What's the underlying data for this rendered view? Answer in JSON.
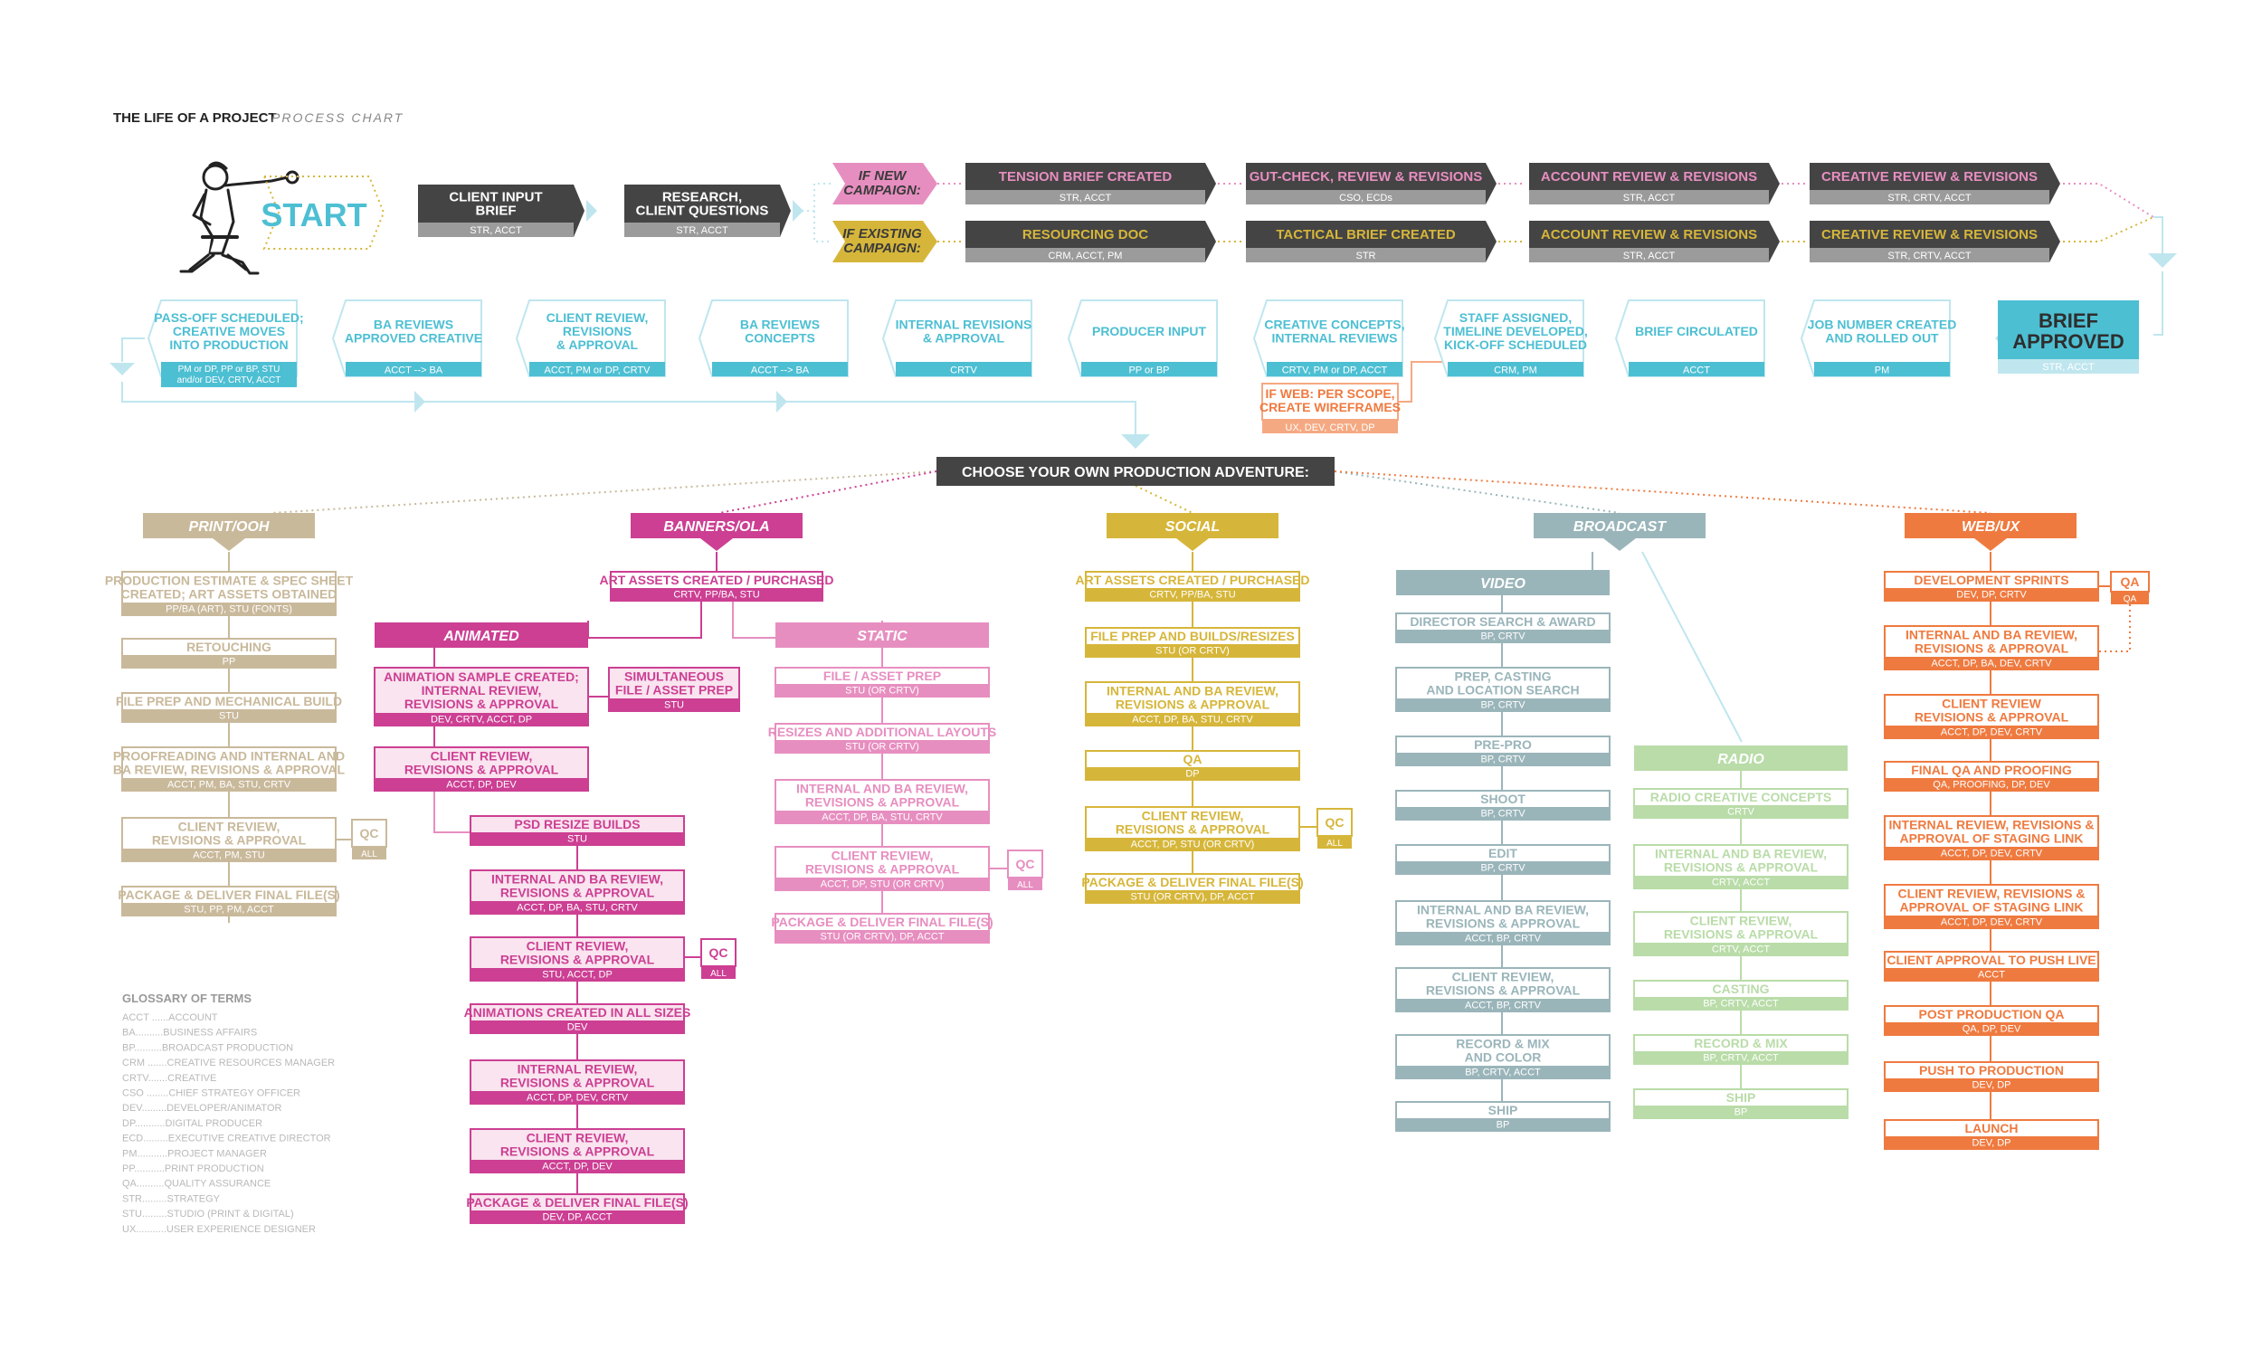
{
  "title": {
    "main": "THE LIFE OF A PROJECT",
    "sub": "PROCESS CHART"
  },
  "colors": {
    "dark": "#444444",
    "gray_sub": "#9b9b9b",
    "cyan": "#4dbfd3",
    "cyan_light": "#bfe6ef",
    "magenta": "#cc3f93",
    "pink": "#e78ec0",
    "yellow": "#d6b63a",
    "tan": "#c9b99b",
    "slate": "#9ab5ba",
    "green": "#b9dca8",
    "orange": "#ef7a3f",
    "peach": "#f5a982"
  },
  "start": {
    "label": "START"
  },
  "top_row": [
    {
      "title": [
        "CLIENT INPUT",
        "BRIEF"
      ],
      "sub": "STR, ACCT"
    },
    {
      "title": [
        "RESEARCH,",
        "CLIENT QUESTIONS"
      ],
      "sub": "STR, ACCT"
    }
  ],
  "new_campaign": {
    "tag": [
      "IF NEW",
      "CAMPAIGN:"
    ],
    "steps": [
      {
        "title": "TENSION BRIEF CREATED",
        "sub": "STR, ACCT"
      },
      {
        "title": "GUT-CHECK, REVIEW & REVISIONS",
        "sub": "CSO, ECDs"
      },
      {
        "title": "ACCOUNT REVIEW & REVISIONS",
        "sub": "STR, ACCT"
      },
      {
        "title": "CREATIVE REVIEW & REVISIONS",
        "sub": "STR, CRTV, ACCT"
      }
    ]
  },
  "existing_campaign": {
    "tag": [
      "IF EXISTING",
      "CAMPAIGN:"
    ],
    "steps": [
      {
        "title": "RESOURCING DOC",
        "sub": "CRM, ACCT, PM"
      },
      {
        "title": "TACTICAL BRIEF CREATED",
        "sub": "STR"
      },
      {
        "title": "ACCOUNT REVIEW & REVISIONS",
        "sub": "STR, ACCT"
      },
      {
        "title": "CREATIVE REVIEW & REVISIONS",
        "sub": "STR, CRTV, ACCT"
      }
    ]
  },
  "brief_approved": {
    "title": [
      "BRIEF",
      "APPROVED"
    ],
    "sub": "STR, ACCT"
  },
  "row2": [
    {
      "title": [
        "JOB NUMBER CREATED",
        "AND ROLLED OUT"
      ],
      "sub": [
        "PM"
      ]
    },
    {
      "title": [
        "BRIEF CIRCULATED"
      ],
      "sub": [
        "ACCT"
      ]
    },
    {
      "title": [
        "STAFF ASSIGNED,",
        "TIMELINE DEVELOPED,",
        "KICK-OFF SCHEDULED"
      ],
      "sub": [
        "CRM, PM"
      ]
    },
    {
      "title": [
        "CREATIVE CONCEPTS,",
        "INTERNAL REVIEWS"
      ],
      "sub": [
        "CRTV, PM or DP, ACCT"
      ]
    },
    {
      "title": [
        "PRODUCER INPUT"
      ],
      "sub": [
        "PP or BP"
      ]
    },
    {
      "title": [
        "INTERNAL REVISIONS",
        "& APPROVAL"
      ],
      "sub": [
        "CRTV"
      ]
    },
    {
      "title": [
        "BA REVIEWS",
        "CONCEPTS"
      ],
      "sub": [
        "ACCT --> BA"
      ]
    },
    {
      "title": [
        "CLIENT REVIEW,",
        "REVISIONS",
        "& APPROVAL"
      ],
      "sub": [
        "ACCT, PM or DP, CRTV"
      ]
    },
    {
      "title": [
        "BA REVIEWS",
        "APPROVED CREATIVE"
      ],
      "sub": [
        "ACCT --> BA"
      ]
    },
    {
      "title": [
        "PASS-OFF SCHEDULED;",
        "CREATIVE MOVES",
        "INTO PRODUCTION"
      ],
      "sub": [
        "PM or DP, PP or BP, STU",
        "and/or DEV, CRTV, ACCT"
      ]
    }
  ],
  "web_scope": {
    "title": [
      "IF WEB: PER SCOPE,",
      "CREATE WIREFRAMES"
    ],
    "sub": "UX, DEV, CRTV, DP"
  },
  "choose": {
    "label": "CHOOSE YOUR OWN PRODUCTION ADVENTURE:"
  },
  "categories": {
    "print": "PRINT/OOH",
    "banners": "BANNERS/OLA",
    "social": "SOCIAL",
    "broadcast": "BROADCAST",
    "web": "WEB/UX"
  },
  "print_steps": [
    {
      "title": [
        "PRODUCTION ESTIMATE & SPEC SHEET",
        "CREATED; ART ASSETS OBTAINED"
      ],
      "sub": "PP/BA (ART), STU (FONTS)"
    },
    {
      "title": [
        "RETOUCHING"
      ],
      "sub": "PP"
    },
    {
      "title": [
        "FILE PREP AND MECHANICAL BUILD"
      ],
      "sub": "STU"
    },
    {
      "title": [
        "PROOFREADING AND INTERNAL AND",
        "BA REVIEW, REVISIONS & APPROVAL"
      ],
      "sub": "ACCT, PM, BA, STU, CRTV"
    },
    {
      "title": [
        "CLIENT REVIEW,",
        "REVISIONS & APPROVAL"
      ],
      "sub": "ACCT, PM, STU"
    },
    {
      "title": [
        "PACKAGE & DELIVER FINAL FILE(S)"
      ],
      "sub": "STU, PP, PM, ACCT"
    }
  ],
  "qc": {
    "title": "QC",
    "sub": "ALL"
  },
  "qa": {
    "title": "QA",
    "sub": "QA"
  },
  "banners_assets": {
    "title": "ART ASSETS CREATED / PURCHASED",
    "sub": "CRTV, PP/BA, STU"
  },
  "animated_label": "ANIMATED",
  "static_label": "STATIC",
  "animated_steps": [
    {
      "title": [
        "ANIMATION SAMPLE CREATED;",
        "INTERNAL REVIEW,",
        "REVISIONS & APPROVAL"
      ],
      "sub": "DEV, CRTV, ACCT, DP"
    },
    {
      "title": [
        "CLIENT REVIEW,",
        "REVISIONS & APPROVAL"
      ],
      "sub": "ACCT, DP, DEV"
    }
  ],
  "simultaneous": {
    "title": [
      "SIMULTANEOUS",
      "FILE / ASSET PREP"
    ],
    "sub": "STU"
  },
  "animated_sub_steps": [
    {
      "title": [
        "PSD RESIZE BUILDS"
      ],
      "sub": "STU"
    },
    {
      "title": [
        "INTERNAL AND BA REVIEW,",
        "REVISIONS & APPROVAL"
      ],
      "sub": "ACCT, DP, BA, STU, CRTV"
    },
    {
      "title": [
        "CLIENT REVIEW,",
        "REVISIONS & APPROVAL"
      ],
      "sub": "STU, ACCT, DP"
    },
    {
      "title": [
        "ANIMATIONS CREATED IN ALL SIZES"
      ],
      "sub": "DEV"
    },
    {
      "title": [
        "INTERNAL REVIEW,",
        "REVISIONS & APPROVAL"
      ],
      "sub": "ACCT, DP, DEV, CRTV"
    },
    {
      "title": [
        "CLIENT REVIEW,",
        "REVISIONS & APPROVAL"
      ],
      "sub": "ACCT, DP, DEV"
    },
    {
      "title": [
        "PACKAGE & DELIVER FINAL FILE(S)"
      ],
      "sub": "DEV, DP, ACCT"
    }
  ],
  "static_steps": [
    {
      "title": [
        "FILE / ASSET PREP"
      ],
      "sub": "STU (OR CRTV)"
    },
    {
      "title": [
        "RESIZES AND ADDITIONAL LAYOUTS"
      ],
      "sub": "STU (OR CRTV)"
    },
    {
      "title": [
        "INTERNAL AND BA REVIEW,",
        "REVISIONS & APPROVAL"
      ],
      "sub": "ACCT, DP, BA, STU, CRTV"
    },
    {
      "title": [
        "CLIENT REVIEW,",
        "REVISIONS & APPROVAL"
      ],
      "sub": "ACCT, DP, STU (OR CRTV)"
    },
    {
      "title": [
        "PACKAGE & DELIVER FINAL FILE(S)"
      ],
      "sub": "STU (OR CRTV), DP, ACCT"
    }
  ],
  "social_steps": [
    {
      "title": [
        "ART ASSETS CREATED / PURCHASED"
      ],
      "sub": "CRTV, PP/BA, STU"
    },
    {
      "title": [
        "FILE PREP AND BUILDS/RESIZES"
      ],
      "sub": "STU (OR CRTV)"
    },
    {
      "title": [
        "INTERNAL AND BA REVIEW,",
        "REVISIONS & APPROVAL"
      ],
      "sub": "ACCT, DP, BA, STU, CRTV"
    },
    {
      "title": [
        "QA"
      ],
      "sub": "DP"
    },
    {
      "title": [
        "CLIENT REVIEW,",
        "REVISIONS & APPROVAL"
      ],
      "sub": "ACCT, DP, STU (OR CRTV)"
    },
    {
      "title": [
        "PACKAGE & DELIVER FINAL FILE(S)"
      ],
      "sub": "STU (OR CRTV), DP, ACCT"
    }
  ],
  "video_label": "VIDEO",
  "radio_label": "RADIO",
  "video_steps": [
    {
      "title": [
        "DIRECTOR SEARCH & AWARD"
      ],
      "sub": "BP, CRTV"
    },
    {
      "title": [
        "PREP, CASTING",
        "AND LOCATION SEARCH"
      ],
      "sub": "BP, CRTV"
    },
    {
      "title": [
        "PRE-PRO"
      ],
      "sub": "BP, CRTV"
    },
    {
      "title": [
        "SHOOT"
      ],
      "sub": "BP, CRTV"
    },
    {
      "title": [
        "EDIT"
      ],
      "sub": "BP, CRTV"
    },
    {
      "title": [
        "INTERNAL AND BA REVIEW,",
        "REVISIONS & APPROVAL"
      ],
      "sub": "ACCT, BP, CRTV"
    },
    {
      "title": [
        "CLIENT REVIEW,",
        "REVISIONS & APPROVAL"
      ],
      "sub": "ACCT, BP, CRTV"
    },
    {
      "title": [
        "RECORD & MIX",
        "AND COLOR"
      ],
      "sub": "BP, CRTV, ACCT"
    },
    {
      "title": [
        "SHIP"
      ],
      "sub": "BP"
    }
  ],
  "radio_steps": [
    {
      "title": [
        "RADIO CREATIVE CONCEPTS"
      ],
      "sub": "CRTV"
    },
    {
      "title": [
        "INTERNAL AND BA REVIEW,",
        "REVISIONS & APPROVAL"
      ],
      "sub": "CRTV, ACCT"
    },
    {
      "title": [
        "CLIENT REVIEW,",
        "REVISIONS & APPROVAL"
      ],
      "sub": "CRTV, ACCT"
    },
    {
      "title": [
        "CASTING"
      ],
      "sub": "BP, CRTV, ACCT"
    },
    {
      "title": [
        "RECORD & MIX"
      ],
      "sub": "BP, CRTV, ACCT"
    },
    {
      "title": [
        "SHIP"
      ],
      "sub": "BP"
    }
  ],
  "web_steps": [
    {
      "title": [
        "DEVELOPMENT SPRINTS"
      ],
      "sub": "DEV, DP, CRTV"
    },
    {
      "title": [
        "INTERNAL AND BA REVIEW,",
        "REVISIONS & APPROVAL"
      ],
      "sub": "ACCT, DP, BA, DEV, CRTV"
    },
    {
      "title": [
        "CLIENT REVIEW",
        "REVISIONS & APPROVAL"
      ],
      "sub": "ACCT, DP, DEV, CRTV"
    },
    {
      "title": [
        "FINAL QA AND PROOFING"
      ],
      "sub": "QA, PROOFING, DP, DEV"
    },
    {
      "title": [
        "INTERNAL REVIEW, REVISIONS &",
        "APPROVAL OF STAGING LINK"
      ],
      "sub": "ACCT, DP, DEV, CRTV"
    },
    {
      "title": [
        "CLIENT REVIEW, REVISIONS &",
        "APPROVAL OF STAGING LINK"
      ],
      "sub": "ACCT, DP, DEV, CRTV"
    },
    {
      "title": [
        "CLIENT APPROVAL TO PUSH LIVE"
      ],
      "sub": "ACCT"
    },
    {
      "title": [
        "POST PRODUCTION QA"
      ],
      "sub": "QA, DP, DEV"
    },
    {
      "title": [
        "PUSH TO PRODUCTION"
      ],
      "sub": "DEV, DP"
    },
    {
      "title": [
        "LAUNCH"
      ],
      "sub": "DEV, DP"
    }
  ],
  "glossary": {
    "title": "GLOSSARY OF TERMS",
    "items": [
      "ACCT ......ACCOUNT",
      "BA..........BUSINESS AFFAIRS",
      "BP..........BROADCAST PRODUCTION",
      "CRM .......CREATIVE RESOURCES MANAGER",
      "CRTV.......CREATIVE",
      "CSO ........CHIEF STRATEGY OFFICER",
      "DEV.........DEVELOPER/ANIMATOR",
      "DP...........DIGITAL PRODUCER",
      "ECD.........EXECUTIVE CREATIVE DIRECTOR",
      "PM...........PROJECT MANAGER",
      "PP...........PRINT PRODUCTION",
      "QA..........QUALITY ASSURANCE",
      "STR.........STRATEGY",
      "STU.........STUDIO (PRINT & DIGITAL)",
      "UX...........USER EXPERIENCE DESIGNER"
    ]
  }
}
